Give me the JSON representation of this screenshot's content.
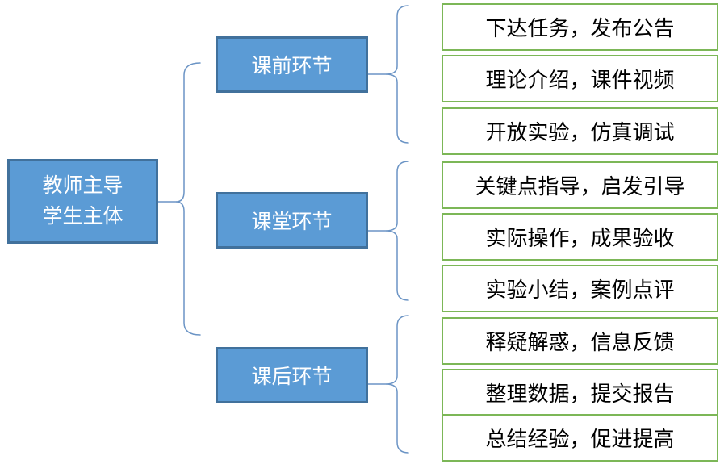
{
  "diagram_title": "teaching-process-structure",
  "root": {
    "line1": "教师主导",
    "line2": "学生主体"
  },
  "stages": [
    {
      "label": "课前环节",
      "items": [
        "下达任务，发布公告",
        "理论介绍，课件视频",
        "开放实验，仿真调试"
      ]
    },
    {
      "label": "课堂环节",
      "items": [
        "关键点指导，启发引导",
        "实际操作，成果验收",
        "实验小结，案例点评"
      ]
    },
    {
      "label": "课后环节",
      "items": [
        "释疑解惑，信息反馈",
        "整理数据，提交报告",
        "总结经验，促进提高"
      ]
    }
  ],
  "colors": {
    "node_fill": "#5b9bd5",
    "node_border": "#41719c",
    "node_text": "#ffffff",
    "item_border": "#7cb757",
    "item_fill": "#ffffff",
    "item_text": "#000000",
    "brace_stroke": "#6b94c5",
    "background": "#ffffff"
  }
}
